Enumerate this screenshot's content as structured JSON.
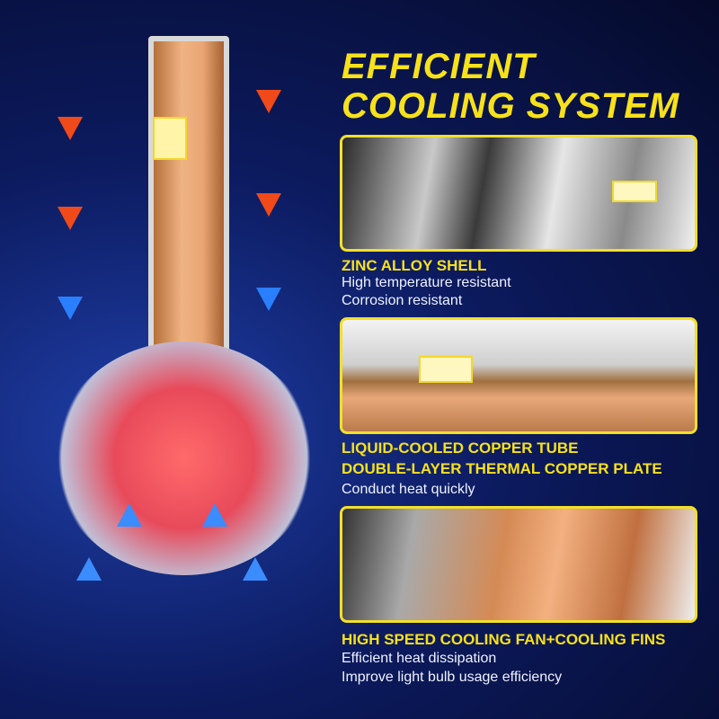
{
  "title": "EFFICIENT COOLING SYSTEM",
  "features": [
    {
      "heading": "ZINC ALLOY SHELL",
      "lines": [
        "High temperature resistant",
        "Corrosion resistant"
      ]
    },
    {
      "heading": "LIQUID-COOLED COPPER TUBE",
      "heading2": "DOUBLE-LAYER THERMAL COPPER PLATE",
      "lines": [
        "Conduct heat quickly"
      ]
    },
    {
      "heading": "HIGH SPEED COOLING FAN+COOLING FINS",
      "lines": [
        "Efficient heat dissipation",
        "Improve light bulb usage efficiency"
      ]
    }
  ]
}
